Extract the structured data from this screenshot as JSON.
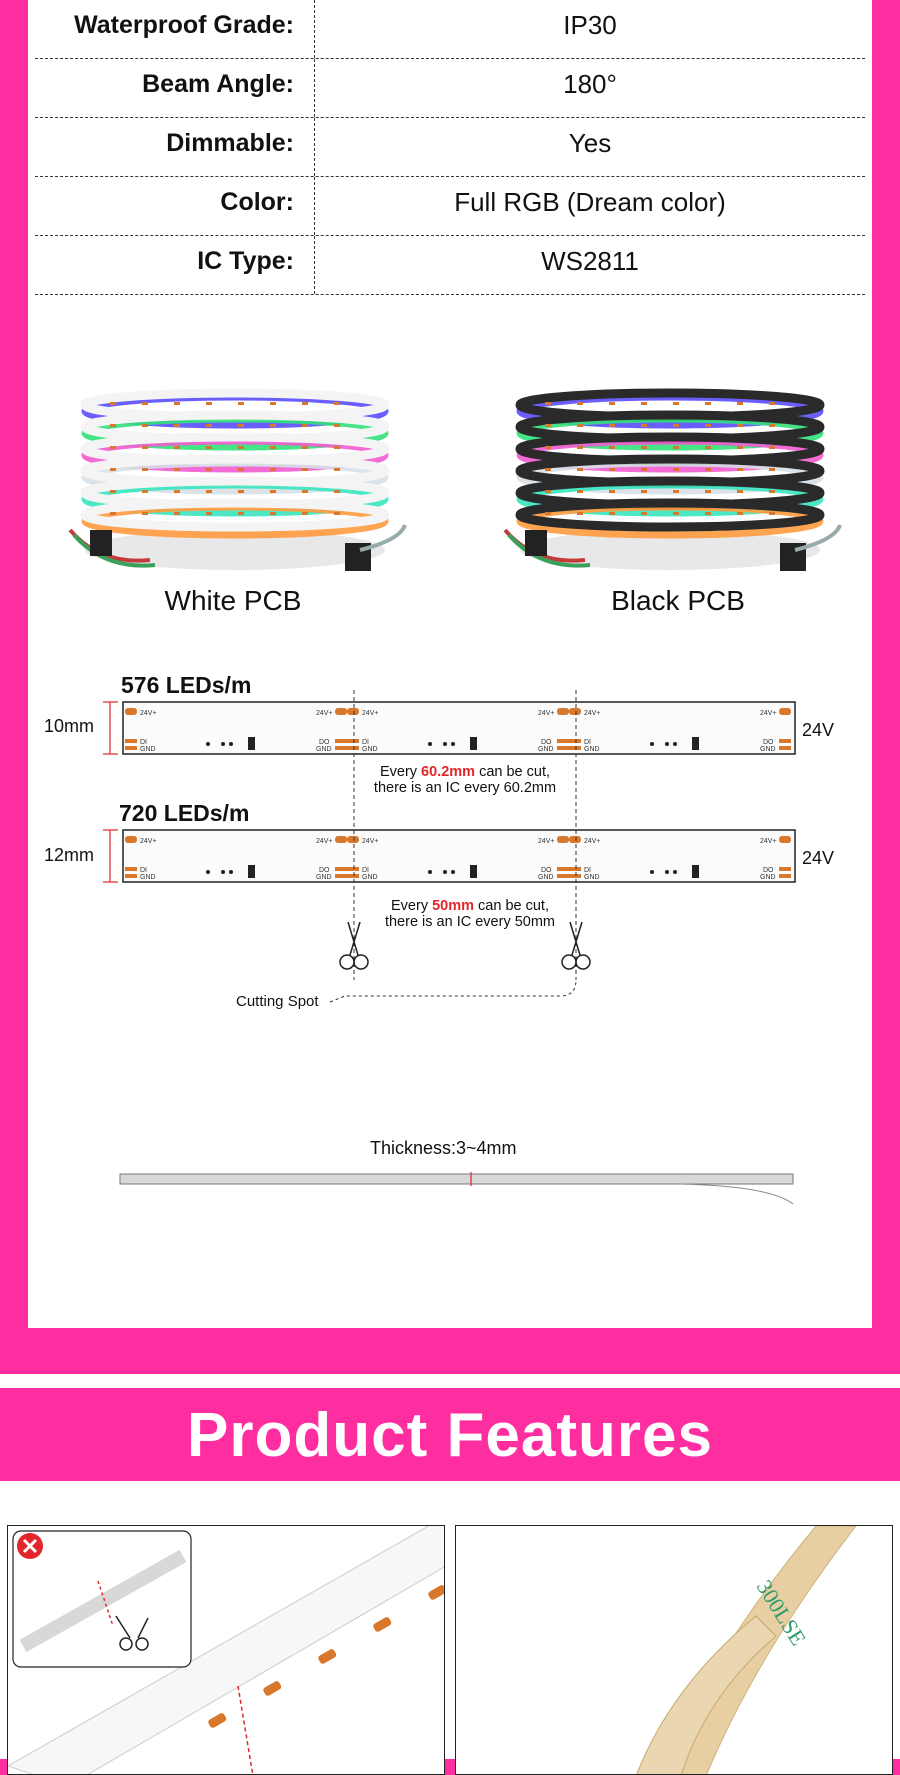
{
  "specs": [
    {
      "label": "Waterproof Grade:",
      "value": "IP30"
    },
    {
      "label": "Beam Angle:",
      "value": "180°"
    },
    {
      "label": "Dimmable:",
      "value": "Yes"
    },
    {
      "label": "Color:",
      "value": "Full RGB (Dream color)"
    },
    {
      "label": "IC Type:",
      "value": "WS2811"
    }
  ],
  "pcb": {
    "white_label": "White PCB",
    "black_label": "Black PCB"
  },
  "diagram": {
    "strip1_title": "576 LEDs/m",
    "strip1_width": "10mm",
    "strip1_voltage": "24V",
    "strip1_note_pre": "Every ",
    "strip1_note_hl": "60.2mm",
    "strip1_note_post": " can be cut,",
    "strip1_note_line2": "there is an IC every 60.2mm",
    "strip2_title": "720 LEDs/m",
    "strip2_width": "12mm",
    "strip2_voltage": "24V",
    "strip2_note_pre": "Every ",
    "strip2_note_hl": "50mm",
    "strip2_note_post": " can be cut,",
    "strip2_note_line2": "there is an IC every 50mm",
    "cutting_spot": "Cutting Spot",
    "pad_plus": "24V+",
    "pad_di": "DI",
    "pad_do": "DO",
    "pad_gnd": "GND",
    "thickness": "Thickness:3~4mm"
  },
  "features": {
    "title": "Product Features",
    "tape_text": "300LSE"
  },
  "colors": {
    "brand_pink": "#ff2ea0",
    "highlight_red": "#e3262b",
    "pad_orange": "#d9772b"
  }
}
